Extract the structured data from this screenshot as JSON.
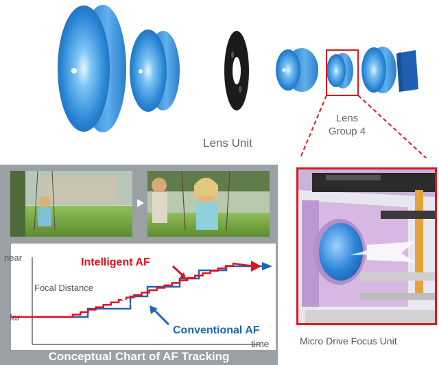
{
  "labels": {
    "lens_unit": "Lens Unit",
    "lens_group_line1": "Lens",
    "lens_group_line2": "Group 4",
    "micro_drive_caption": "Micro Drive Focus Unit"
  },
  "chart": {
    "title": "Conceptual Chart of AF Tracking",
    "y_axis_top": "near",
    "y_axis_bottom": "far",
    "x_axis": "time",
    "series": [
      {
        "name": "Intelligent AF",
        "color": "#e3101f"
      },
      {
        "name": "Conventional AF",
        "color": "#1d66b3"
      }
    ],
    "annotation": "Focal Distance"
  },
  "colors": {
    "accent_red": "#d7191f",
    "lens_blue": "#2f8ee0",
    "panel_gray": "#9aa0a3"
  }
}
